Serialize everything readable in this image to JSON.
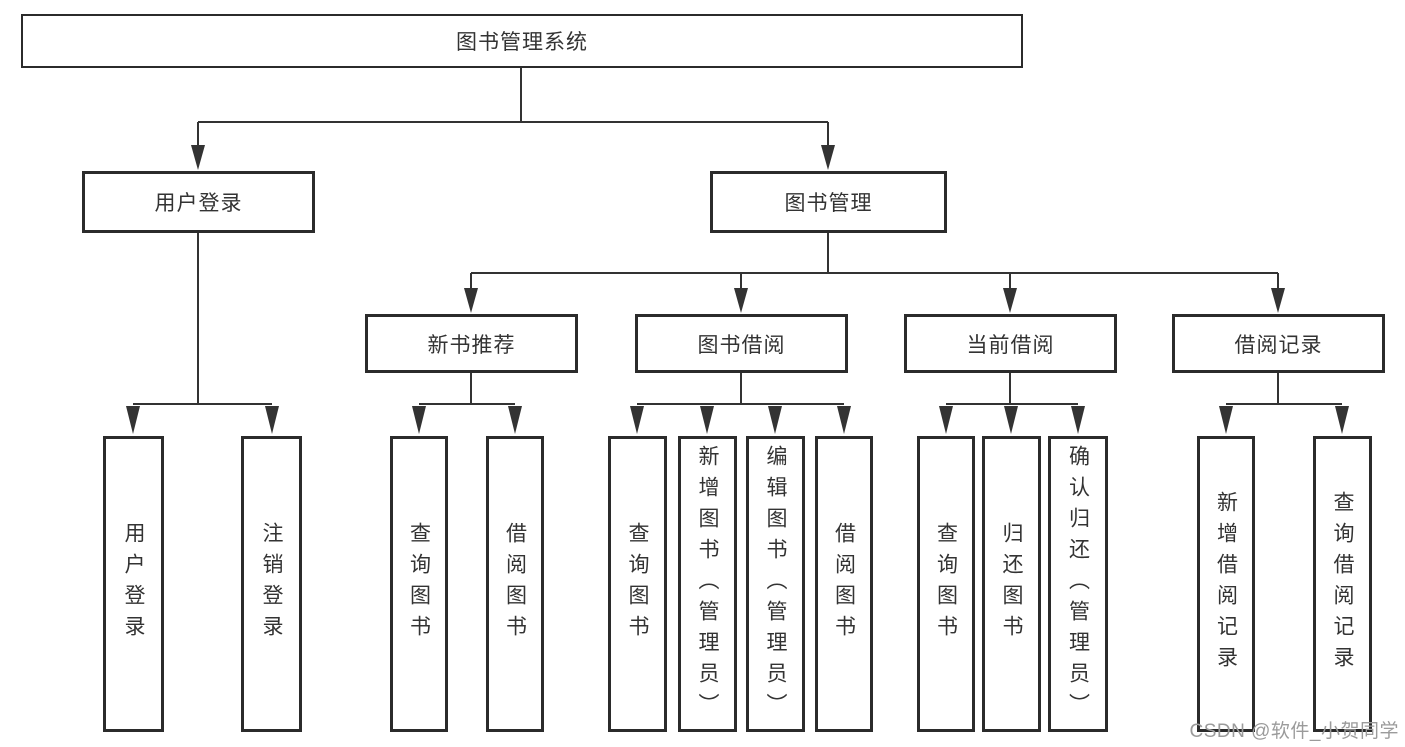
{
  "diagram": {
    "root": "图书管理系统",
    "branches": [
      {
        "label": "用户登录",
        "children": [
          "用户登录",
          "注销登录"
        ]
      },
      {
        "label": "图书管理",
        "children": [
          {
            "label": "新书推荐",
            "children": [
              "查询图书",
              "借阅图书"
            ]
          },
          {
            "label": "图书借阅",
            "children": [
              "查询图书",
              "新增图书（管理员）",
              "编辑图书（管理员）",
              "借阅图书"
            ]
          },
          {
            "label": "当前借阅",
            "children": [
              "查询图书",
              "归还图书",
              "确认归还（管理员）"
            ]
          },
          {
            "label": "借阅记录",
            "children": [
              "新增借阅记录",
              "查询借阅记录"
            ]
          }
        ]
      }
    ]
  },
  "watermark": "CSDN @软件_小贺同学",
  "colors": {
    "line": "#333333",
    "box_border": "#2b2b2b",
    "text": "#333333",
    "watermark": "#9b9b9b",
    "background": "#ffffff"
  }
}
